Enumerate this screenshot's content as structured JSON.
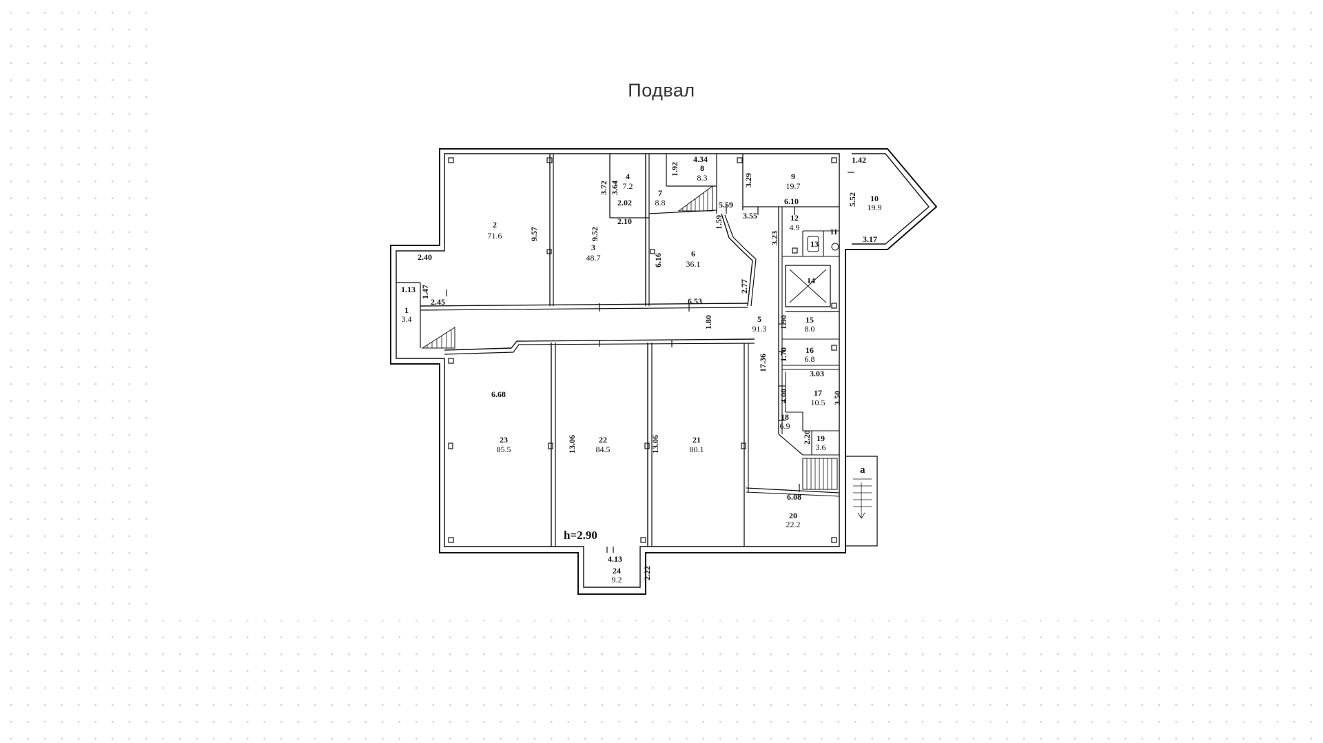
{
  "title": "Подвал",
  "height_label": "h=2.90",
  "entrance_label": "a",
  "rooms": [
    {
      "id": "1",
      "area": "3.4"
    },
    {
      "id": "2",
      "area": "71.6"
    },
    {
      "id": "3",
      "area": "48.7"
    },
    {
      "id": "4",
      "area": "7.2"
    },
    {
      "id": "5",
      "area": "91.3"
    },
    {
      "id": "6",
      "area": "36.1"
    },
    {
      "id": "7",
      "area": "8.8"
    },
    {
      "id": "8",
      "area": "8.3"
    },
    {
      "id": "9",
      "area": "19.7"
    },
    {
      "id": "10",
      "area": "19.9"
    },
    {
      "id": "11",
      "area": ""
    },
    {
      "id": "12",
      "area": "4.9"
    },
    {
      "id": "13",
      "area": ""
    },
    {
      "id": "14",
      "area": ""
    },
    {
      "id": "15",
      "area": "8.0"
    },
    {
      "id": "16",
      "area": "6.8"
    },
    {
      "id": "17",
      "area": "10.5"
    },
    {
      "id": "18",
      "area": "6.9"
    },
    {
      "id": "19",
      "area": "3.6"
    },
    {
      "id": "20",
      "area": "22.2"
    },
    {
      "id": "21",
      "area": "80.1"
    },
    {
      "id": "22",
      "area": "84.5"
    },
    {
      "id": "23",
      "area": "85.5"
    },
    {
      "id": "24",
      "area": "9.2"
    }
  ],
  "dimensions": [
    "1.42",
    "5.52",
    "3.17",
    "4.34",
    "1.92",
    "3.29",
    "6.10",
    "3.72",
    "3.64",
    "2.02",
    "2.10",
    "5.59",
    "3.55",
    "9.57",
    "9.52",
    "6.16",
    "1.59",
    "3.23",
    "2.77",
    "2.40",
    "1.13",
    "1.47",
    "2.45",
    "6.53",
    "1.80",
    "1.90",
    "17.36",
    "1.70",
    "3.03",
    "4.00",
    "3.50",
    "6.68",
    "13.06",
    "13.06",
    "2.20",
    "6.08",
    "4.13",
    "2.22"
  ]
}
